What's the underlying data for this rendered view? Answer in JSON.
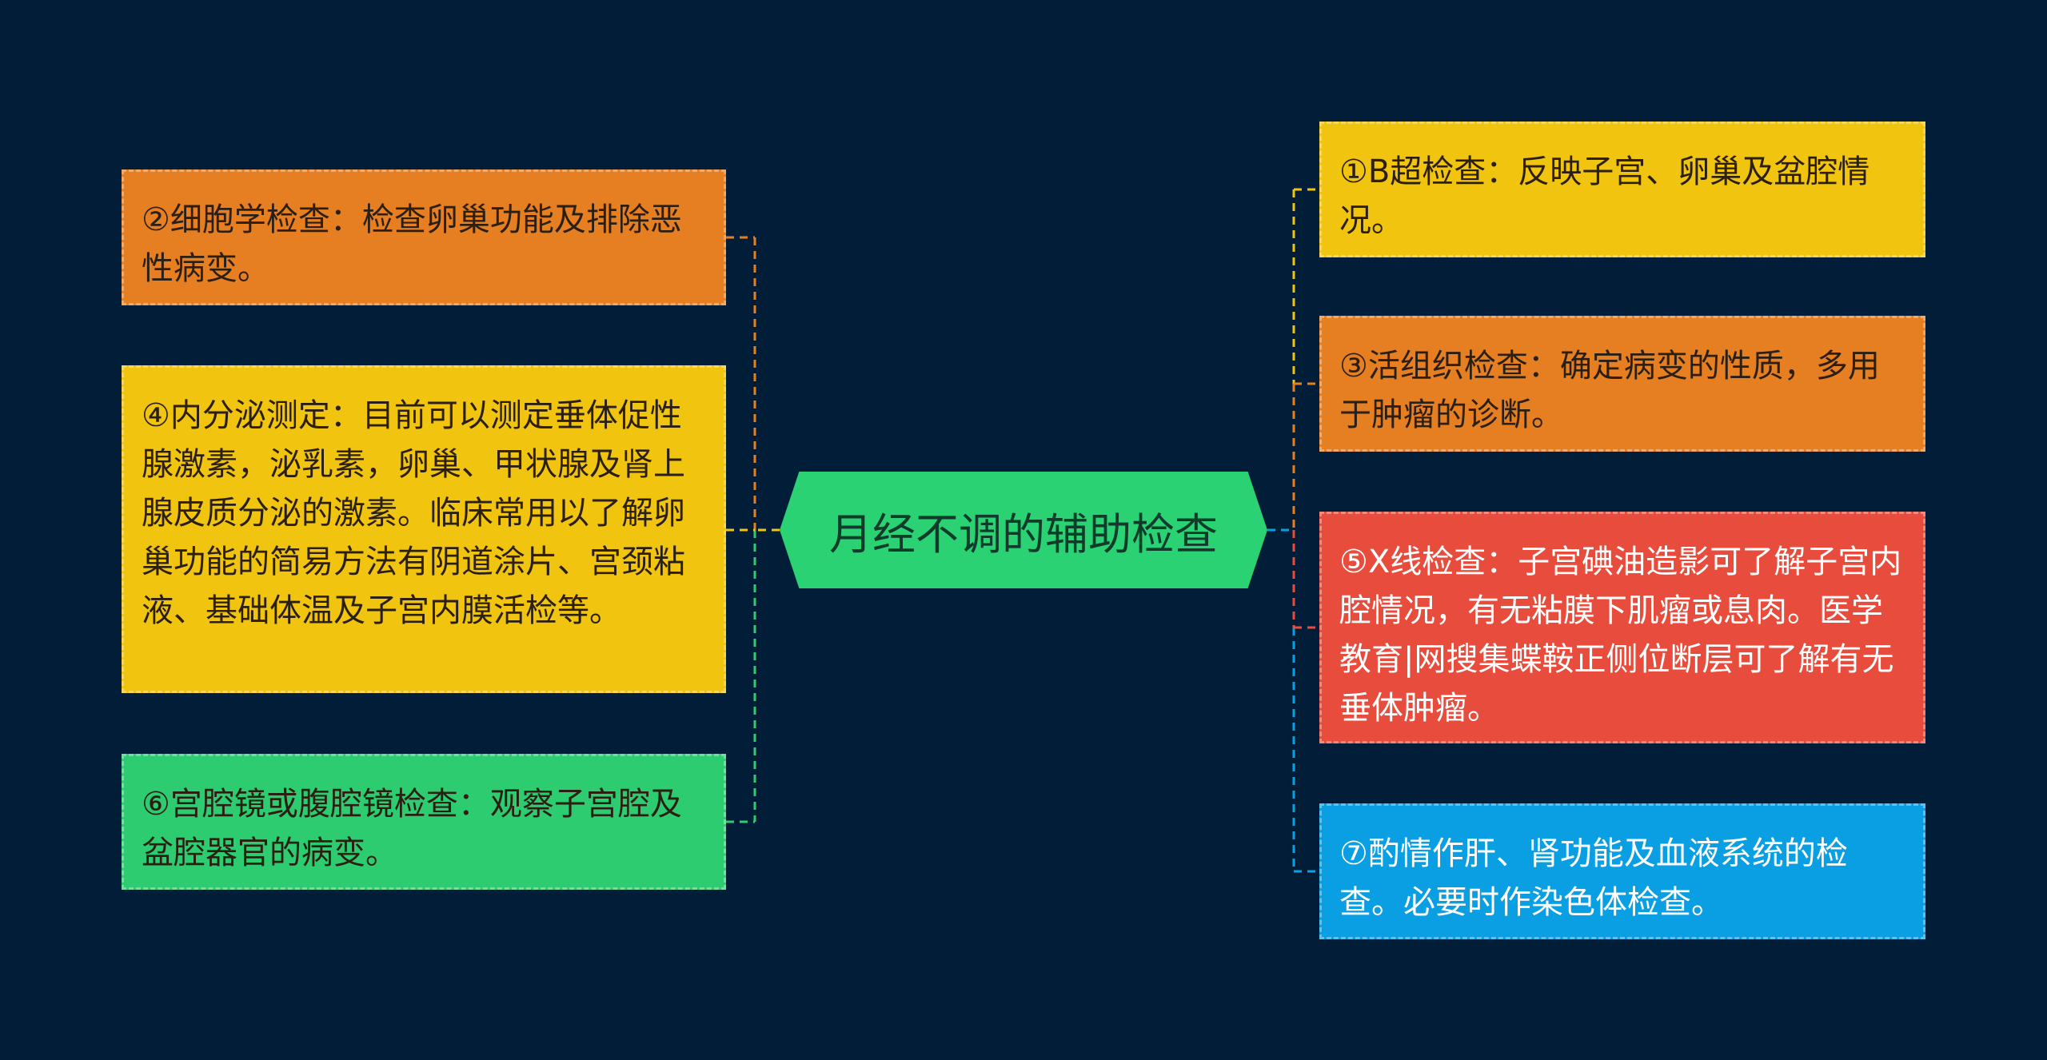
{
  "colors": {
    "background": "#021d38",
    "orange": "#e67e22",
    "yellow": "#f1c40f",
    "green": "#2ecc71",
    "red": "#e74c3c",
    "blue": "#0a9ee2",
    "center": "#2ad273"
  },
  "diagram": {
    "type": "mindmap",
    "center": {
      "label": "月经不调的辅助检查",
      "color": "#2ad273"
    },
    "left_nodes": [
      {
        "id": "n2",
        "text": "②细胞学检查：检查卵巢功能及排除恶性病变。",
        "color": "#e67e22",
        "text_color": "dark"
      },
      {
        "id": "n4",
        "text": "④内分泌测定：目前可以测定垂体促性腺激素，泌乳素，卵巢、甲状腺及肾上腺皮质分泌的激素。临床常用以了解卵巢功能的简易方法有阴道涂片、宫颈粘液、基础体温及子宫内膜活检等。",
        "color": "#f1c40f",
        "text_color": "dark"
      },
      {
        "id": "n6",
        "text": "⑥宫腔镜或腹腔镜检查：观察子宫腔及盆腔器官的病变。",
        "color": "#2ecc71",
        "text_color": "dark"
      }
    ],
    "right_nodes": [
      {
        "id": "n1",
        "text": "①B超检查：反映子宫、卵巢及盆腔情况。",
        "color": "#f1c40f",
        "text_color": "dark"
      },
      {
        "id": "n3",
        "text": "③活组织检查：确定病变的性质，多用于肿瘤的诊断。",
        "color": "#e67e22",
        "text_color": "dark"
      },
      {
        "id": "n5",
        "text": "⑤X线检查：子宫碘油造影可了解子宫内腔情况，有无粘膜下肌瘤或息肉。医学教育|网搜集蝶鞍正侧位断层可了解有无垂体肿瘤。",
        "color": "#e74c3c",
        "text_color": "light"
      },
      {
        "id": "n7",
        "text": "⑦酌情作肝、肾功能及血液系统的检查。必要时作染色体检查。",
        "color": "#0a9ee2",
        "text_color": "light"
      }
    ]
  }
}
